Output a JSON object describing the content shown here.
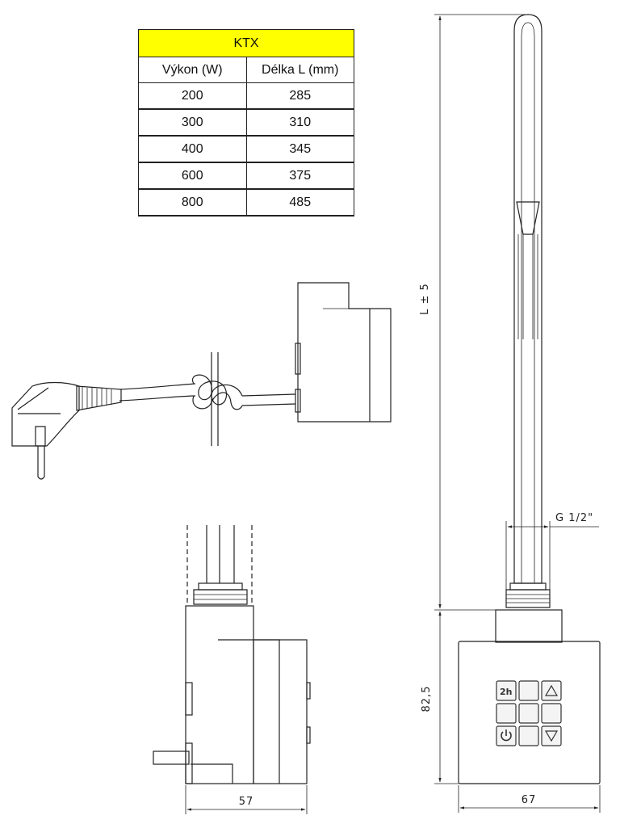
{
  "table": {
    "title": "KTX",
    "headers": [
      "Výkon (W)",
      "Délka L (mm)"
    ],
    "rows": [
      [
        "200",
        "285"
      ],
      [
        "300",
        "310"
      ],
      [
        "400",
        "345"
      ],
      [
        "600",
        "375"
      ],
      [
        "800",
        "485"
      ]
    ]
  },
  "dimensions": {
    "length": "L ± 5",
    "thread": "G 1/2\"",
    "height": "82,5",
    "depth": "57",
    "width": "67"
  },
  "keypad": {
    "timer_label": "2h",
    "icons": [
      "power-icon",
      "up-arrow-icon",
      "down-arrow-icon"
    ]
  },
  "colors": {
    "table_header": "#ffff00",
    "lines": "#222222"
  }
}
